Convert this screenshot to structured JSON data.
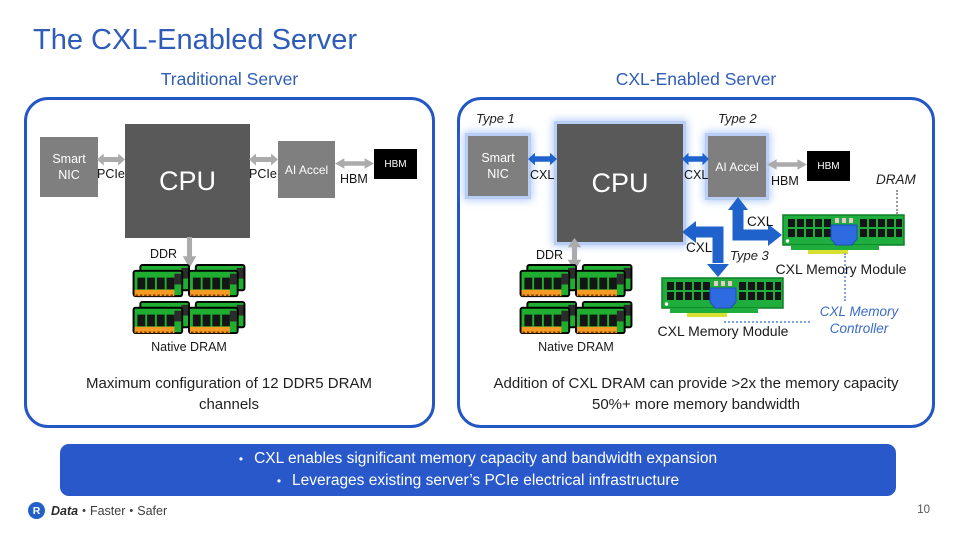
{
  "slide": {
    "title": "The CXL-Enabled Server",
    "page_number": "10"
  },
  "left_panel": {
    "header": "Traditional Server",
    "smart_nic": "Smart NIC",
    "cpu": "CPU",
    "ai_accel": "AI Accel",
    "hbm_chip": "HBM",
    "link_pcie_nic": "PCIe",
    "link_pcie_accel": "PCIe",
    "link_hbm": "HBM",
    "link_ddr": "DDR",
    "native_dram": "Native DRAM",
    "caption": "Maximum configuration of 12 DDR5 DRAM channels"
  },
  "right_panel": {
    "header": "CXL-Enabled Server",
    "type1": "Type 1",
    "type2": "Type 2",
    "type3": "Type 3",
    "smart_nic": "Smart NIC",
    "cpu": "CPU",
    "ai_accel": "AI Accel",
    "hbm_chip": "HBM",
    "link_cxl_nic": "CXL",
    "link_cxl_accel": "CXL",
    "link_cxl_accel_mem": "CXL",
    "link_cxl_cpu_mem": "CXL",
    "link_hbm": "HBM",
    "link_ddr": "DDR",
    "dram_callout": "DRAM",
    "native_dram": "Native DRAM",
    "cxl_memory_module_center": "CXL Memory Module",
    "cxl_memory_module_right": "CXL Memory Module",
    "cxl_memory_controller": "CXL Memory Controller",
    "caption_line1": "Addition of CXL DRAM can provide >2x the memory capacity",
    "caption_line2": "50%+ more memory bandwidth"
  },
  "banner": {
    "bullet_char": "•",
    "bullet1": "CXL enables significant memory capacity and bandwidth expansion",
    "bullet2": "Leverages existing server’s PCIe electrical infrastructure"
  },
  "footer": {
    "logo_letter": "R",
    "brand": "Data",
    "sep1": "•",
    "word2": "Faster",
    "sep2": "•",
    "word3": "Safer"
  },
  "colors": {
    "title_blue": "#2e5cb8",
    "panel_border_blue": "#2456c4",
    "arrow_blue": "#2062cb",
    "arrow_gray": "#ababab",
    "banner_blue": "#2858c9",
    "cpu_gray": "#595959",
    "device_gray": "#7f7f7f",
    "hbm_black": "#000000",
    "pcb_green": "#1fae3d",
    "contact_orange": "#f59a23",
    "contact_yellow": "#d9e02f",
    "controller_chip_blue": "#2e6ae0",
    "callout_blue": "#3a6bc9"
  }
}
